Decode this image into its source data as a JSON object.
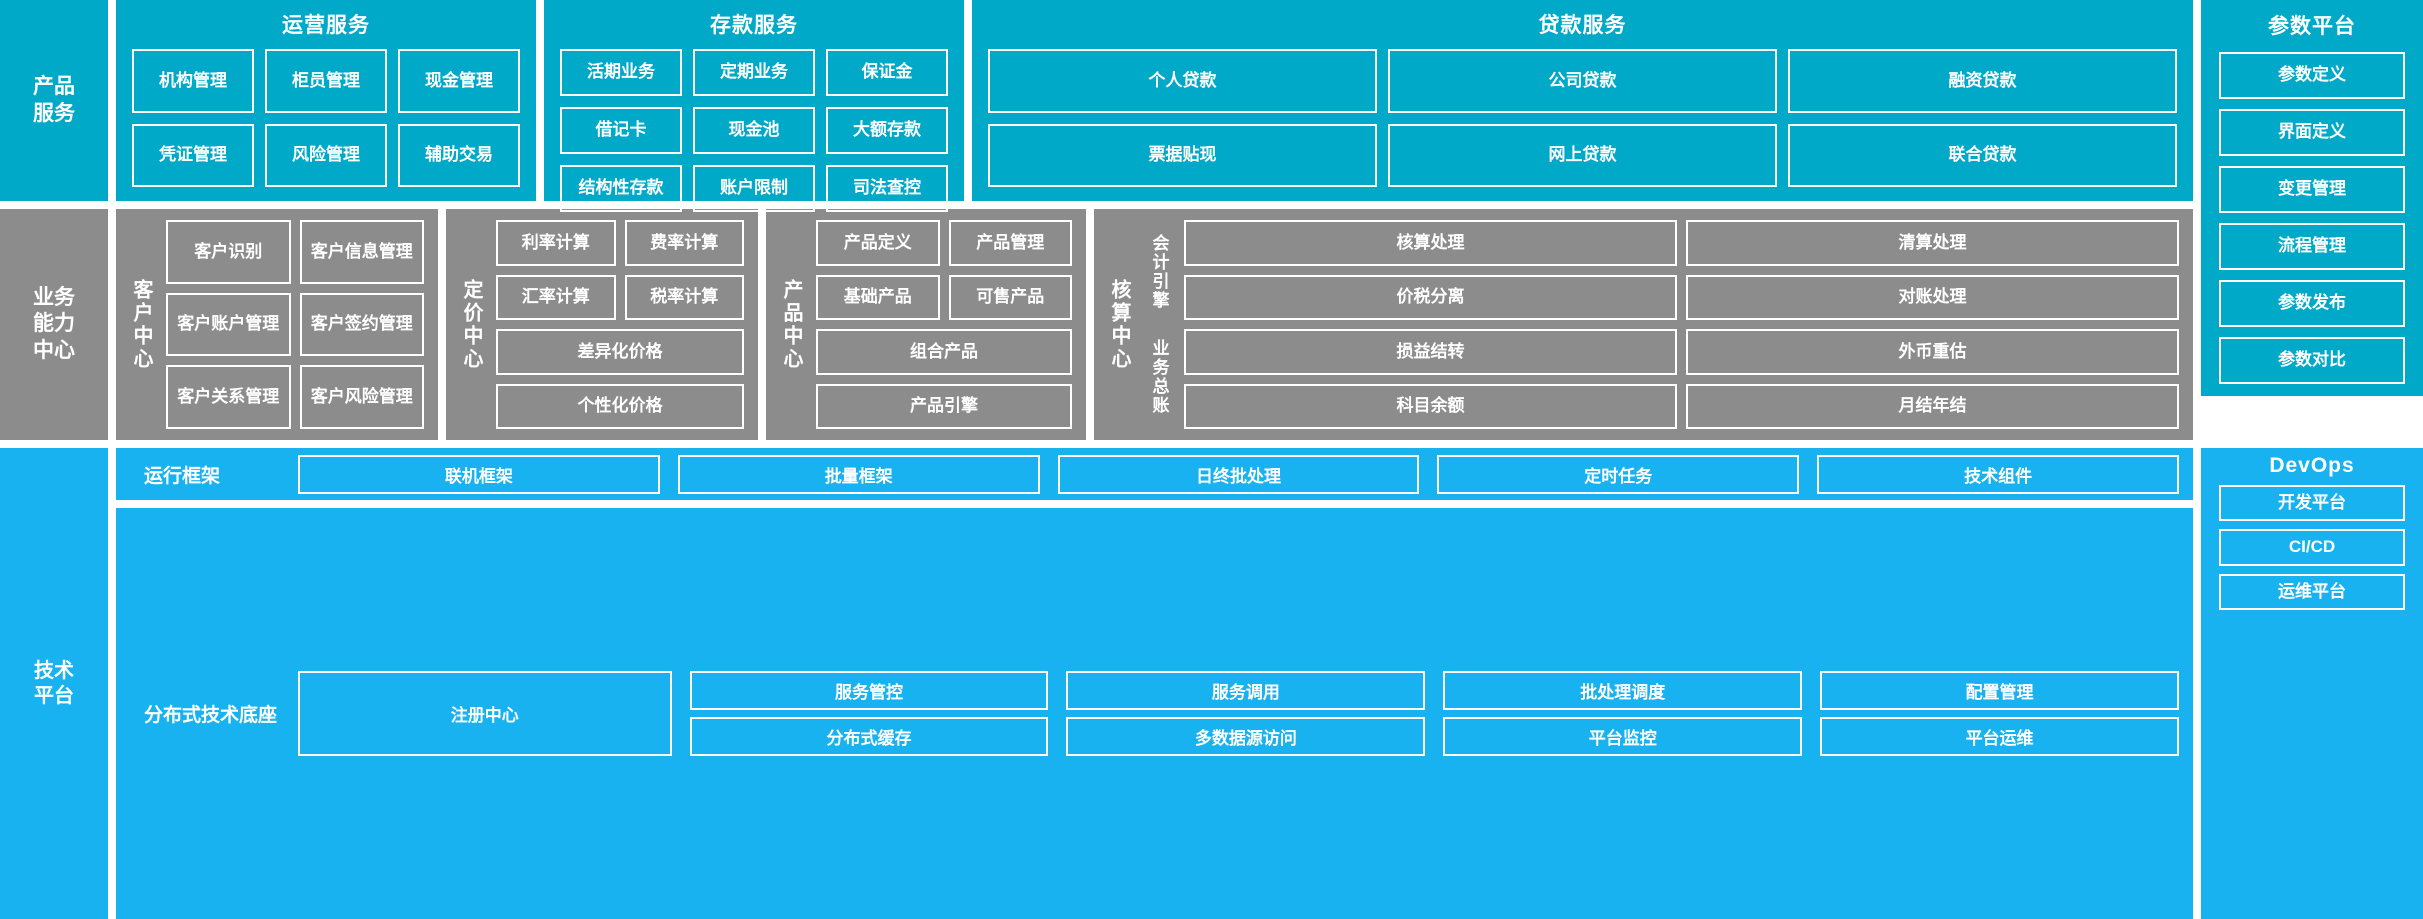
{
  "bands": {
    "product_service": {
      "rail_label": "产品\n服务",
      "panels": [
        {
          "title": "运营服务",
          "items": [
            "机构管理",
            "柜员管理",
            "现金管理",
            "凭证管理",
            "风险管理",
            "辅助交易"
          ]
        },
        {
          "title": "存款服务",
          "items": [
            "活期业务",
            "定期业务",
            "保证金",
            "借记卡",
            "现金池",
            "大额存款",
            "结构性存款",
            "账户限制",
            "司法查控"
          ]
        },
        {
          "title": "贷款服务",
          "items": [
            "个人贷款",
            "公司贷款",
            "融资贷款",
            "票据贴现",
            "网上贷款",
            "联合贷款"
          ]
        }
      ]
    },
    "business_capability": {
      "rail_label": "业务\n能力\n中心",
      "centers": [
        {
          "label": "客户中心",
          "items": [
            "客户识别",
            "客户信息管理",
            "客户账户管理",
            "客户签约管理",
            "客户关系管理",
            "客户风险管理"
          ]
        },
        {
          "label": "定价中心",
          "items": [
            "利率计算",
            "费率计算",
            "汇率计算",
            "税率计算"
          ],
          "wide_items": [
            "差异化价格",
            "个性化价格"
          ]
        },
        {
          "label": "产品中心",
          "items": [
            "产品定义",
            "产品管理",
            "基础产品",
            "可售产品"
          ],
          "wide_items": [
            "组合产品",
            "产品引擎"
          ]
        },
        {
          "label": "核算中心",
          "sub_labels": [
            "会计引擎",
            "业务总账"
          ],
          "items": [
            "核算处理",
            "清算处理",
            "价税分离",
            "对账处理",
            "损益结转",
            "外币重估",
            "科目余额",
            "月结年结"
          ]
        }
      ]
    },
    "tech_platform": {
      "rail_label": "技术\n平台",
      "rows": [
        {
          "label": "运行框架",
          "items": [
            "联机框架",
            "批量框架",
            "日终批处理",
            "定时任务",
            "技术组件"
          ]
        },
        {
          "label": "分布式技术底座",
          "registry": "注册中心",
          "stacks": [
            [
              "服务管控",
              "分布式缓存"
            ],
            [
              "服务调用",
              "多数据源访问"
            ],
            [
              "批处理调度",
              "平台监控"
            ],
            [
              "配置管理",
              "平台运维"
            ]
          ]
        }
      ]
    }
  },
  "right": {
    "param_platform": {
      "title": "参数平台",
      "items": [
        "参数定义",
        "界面定义",
        "变更管理",
        "流程管理",
        "参数发布",
        "参数对比"
      ]
    },
    "devops": {
      "title": "DevOps",
      "items": [
        "开发平台",
        "CI/CD",
        "运维平台"
      ]
    }
  },
  "colors": {
    "teal": "#00A9C8",
    "gray": "#8C8C8C",
    "blue": "#19B2F0",
    "border": "#FFFFFF"
  }
}
